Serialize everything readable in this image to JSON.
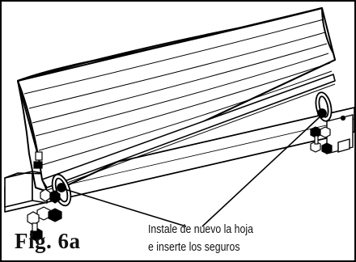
{
  "figure": {
    "label": "Fig. 6a",
    "callout": {
      "line1": "Instale de nuevo la hoja",
      "line2": "e inserte los seguros"
    }
  }
}
